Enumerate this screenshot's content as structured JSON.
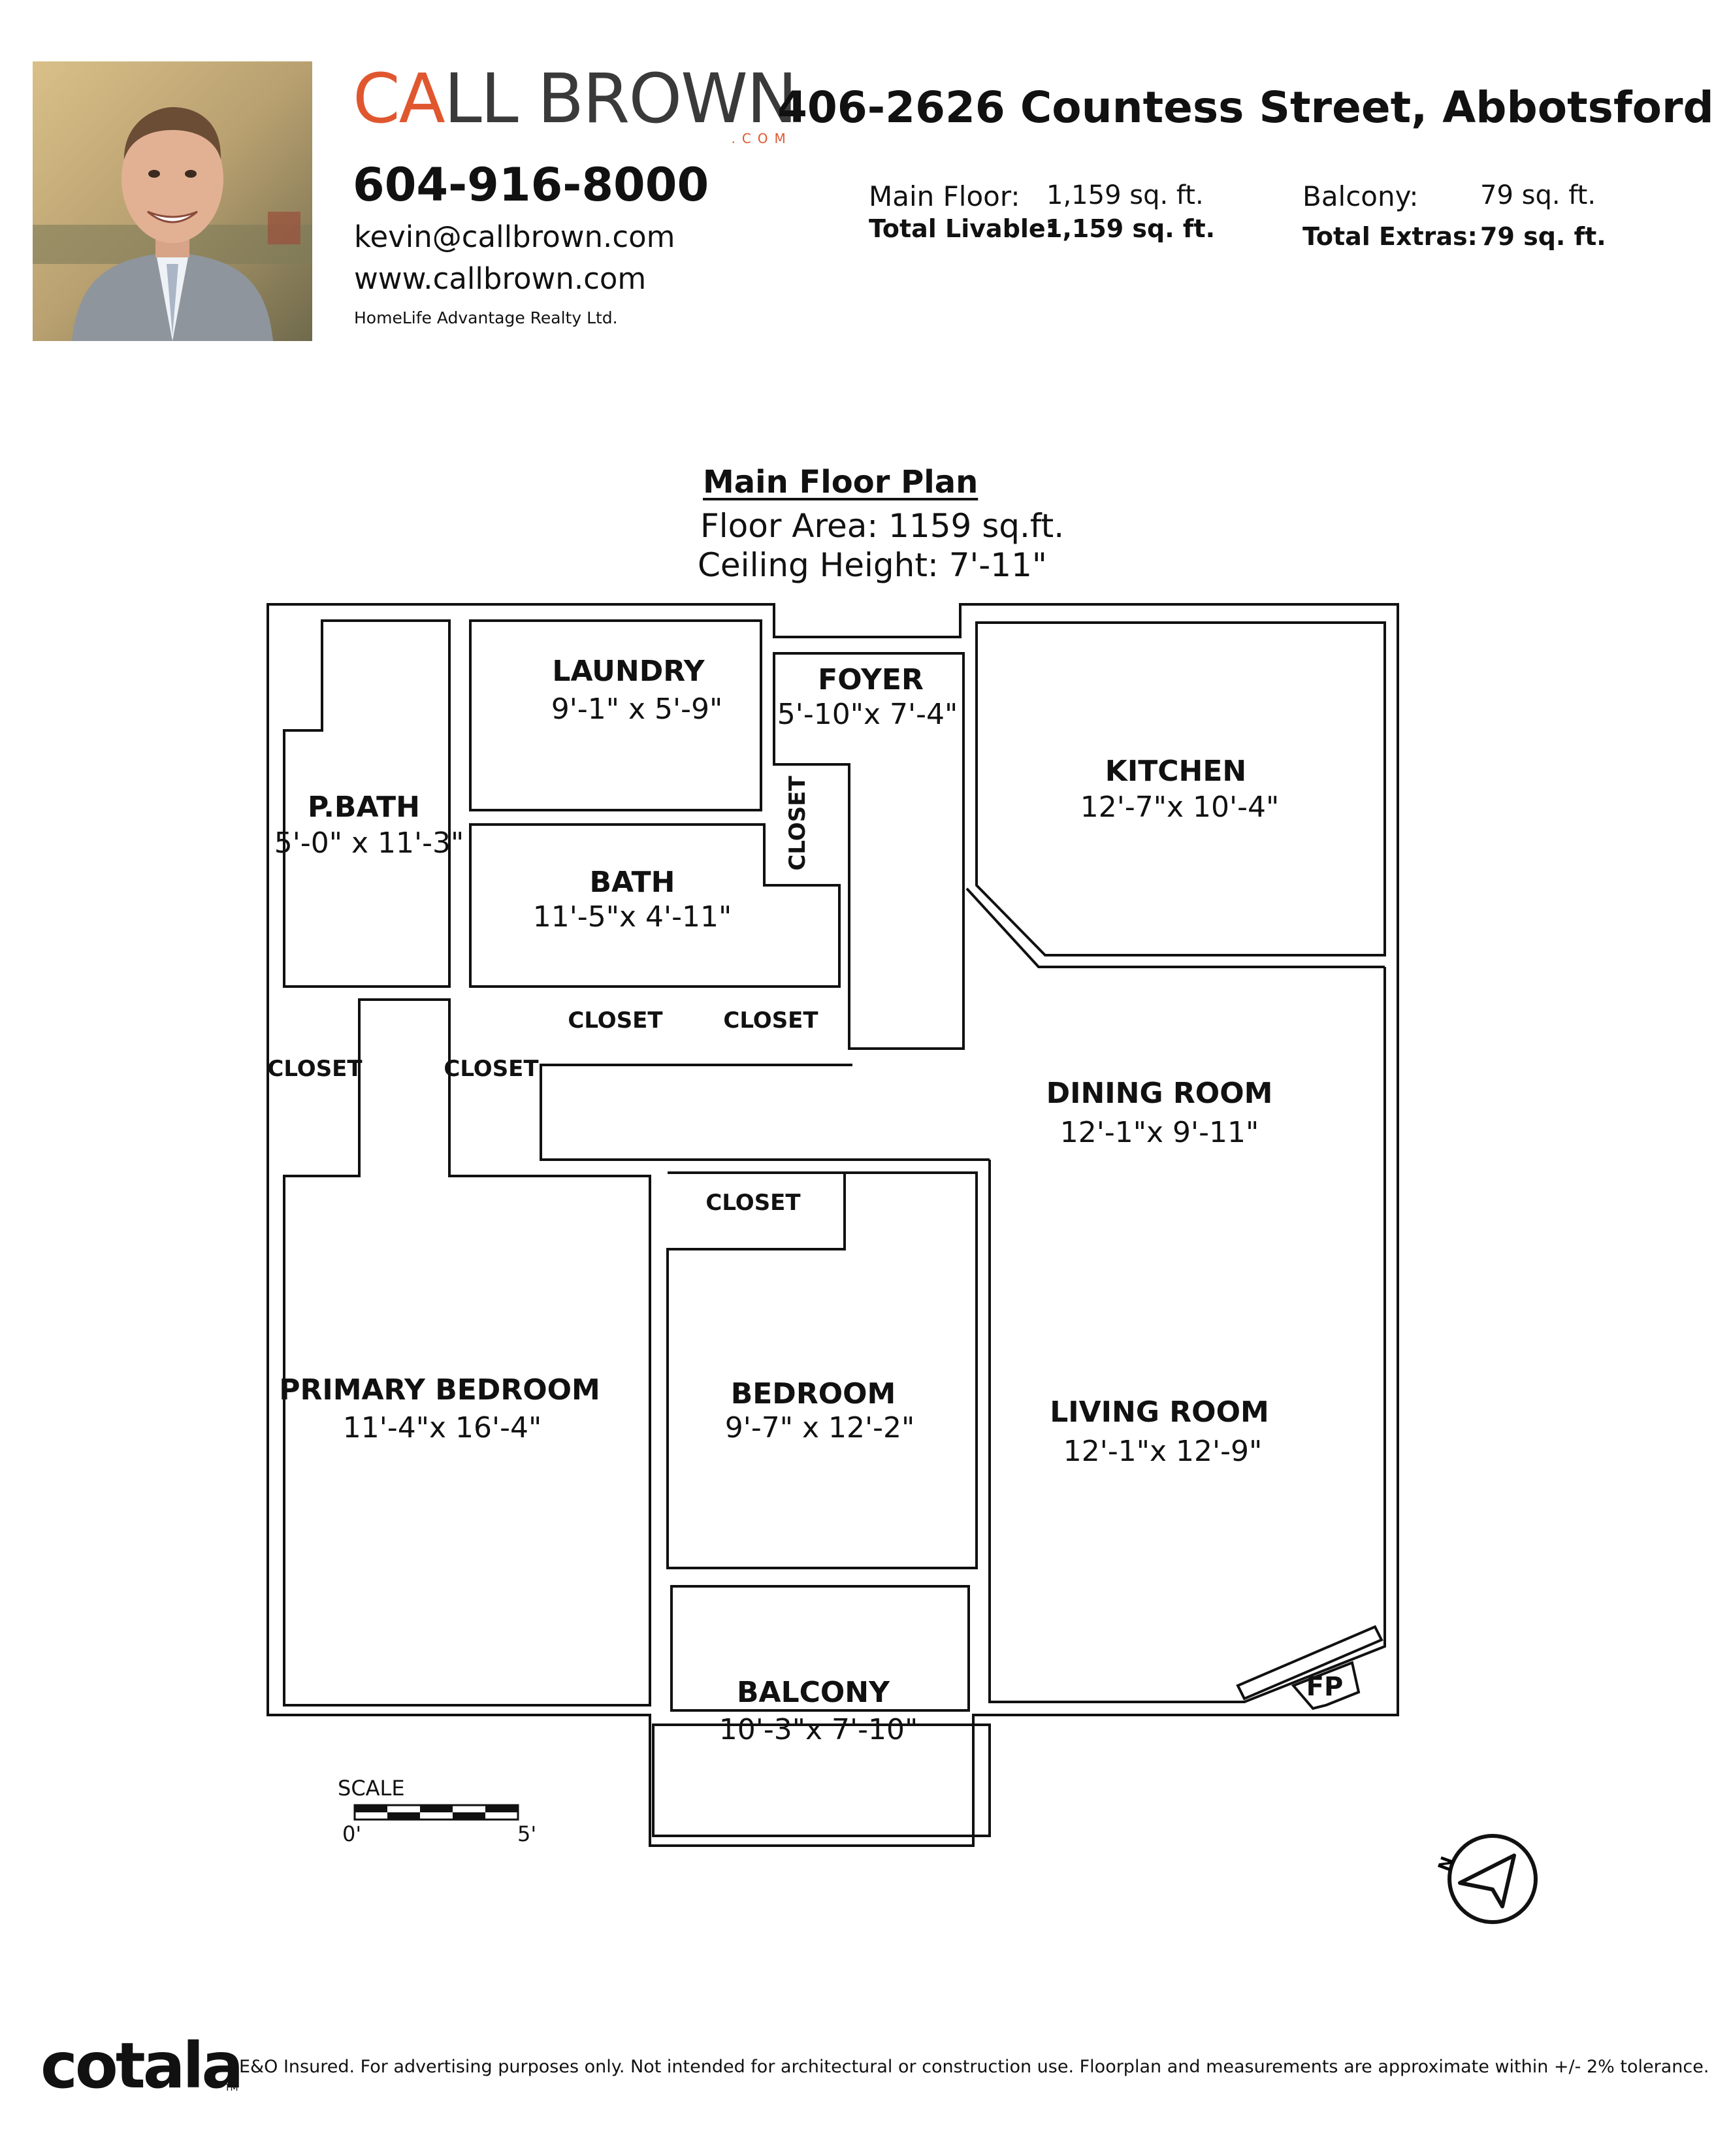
{
  "agent": {
    "brand_part1": "CA",
    "brand_part2": "LL BROWN",
    "brand_suffix": ".COM",
    "phone": "604-916-8000",
    "email": "kevin@callbrown.com",
    "website": "www.callbrown.com",
    "agency": "HomeLife Advantage Realty Ltd.",
    "accent_color": "#e0572f"
  },
  "listing": {
    "address": "406-2626 Countess Street, Abbotsford",
    "main_floor_label": "Main Floor:",
    "main_floor_value": "1,159 sq. ft.",
    "total_livable_label": "Total Livable:",
    "total_livable_value": "1,159 sq. ft.",
    "balcony_label": "Balcony:",
    "balcony_value": "79 sq. ft.",
    "total_extras_label": "Total Extras:",
    "total_extras_value": "79 sq. ft."
  },
  "plan": {
    "title": "Main Floor Plan",
    "floor_area": "Floor Area: 1159 sq.ft.",
    "ceiling_height": "Ceiling Height: 7'-11\"",
    "rooms": {
      "laundry": {
        "name": "LAUNDRY",
        "dims": "9'-1\" x  5'-9\""
      },
      "foyer": {
        "name": "FOYER",
        "dims": "5'-10\"x  7'-4\""
      },
      "kitchen": {
        "name": "KITCHEN",
        "dims": "12'-7\"x 10'-4\""
      },
      "pbath": {
        "name": "P.BATH",
        "dims": "5'-0\" x 11'-3\""
      },
      "bath": {
        "name": "BATH",
        "dims": "11'-5\"x 4'-11\""
      },
      "dining": {
        "name": "DINING ROOM",
        "dims": "12'-1\"x 9'-11\""
      },
      "primary": {
        "name": "PRIMARY BEDROOM",
        "dims": "11'-4\"x 16'-4\""
      },
      "bedroom": {
        "name": "BEDROOM",
        "dims": "9'-7\" x 12'-2\""
      },
      "living": {
        "name": "LIVING ROOM",
        "dims": "12'-1\"x 12'-9\""
      },
      "balcony": {
        "name": "BALCONY",
        "dims": "10'-3\"x 7'-10\""
      }
    },
    "closet_label": "CLOSET",
    "fireplace_label": "FP",
    "scale_label": "SCALE",
    "scale_start": "0'",
    "scale_end": "5'",
    "compass_label": "N"
  },
  "footer": {
    "logo": "cotala",
    "logo_tm": "TM",
    "disclaimer": "E&O Insured. For advertising purposes only. Not intended for architectural or construction use. Floorplan and measurements are approximate within +/- 2% tolerance."
  }
}
